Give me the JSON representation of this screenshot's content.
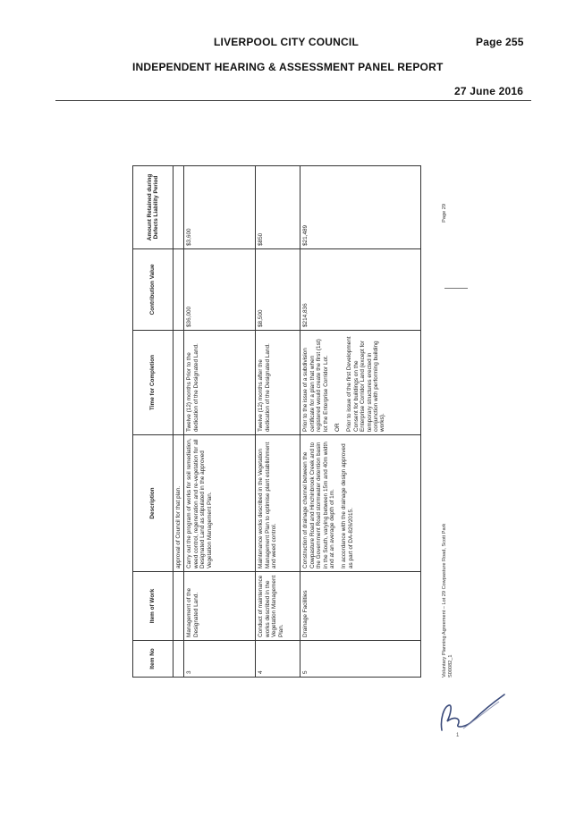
{
  "header": {
    "council": "LIVERPOOL CITY COUNCIL",
    "page": "Page 255",
    "report": "INDEPENDENT HEARING & ASSESSMENT PANEL REPORT",
    "date": "27 June 2016"
  },
  "table": {
    "columns": [
      "Item No",
      "Item of Work",
      "Description",
      "Time for Completion",
      "Contribution Value",
      "Amount Retained during Defects Liability Period"
    ],
    "continued_row": "approval of Council for that plan.",
    "rows": [
      {
        "no": "3",
        "item": "Management of the Designated Land.",
        "description": "Carry out the program of works for soil remediation, weed control, regeneration and re-vegetation for all Designated Land as stipulated in the approved Vegetation Management Plan.",
        "time": "Twelve (12) months Prior to the dedication of the Designated Land.",
        "value": "$36,000",
        "amount": "$3,600"
      },
      {
        "no": "4",
        "item": "Conduct of maintenance works described in the Vegetation Management Plan.",
        "description": "Maintenance works described in the Vegetation Management Plan to optimise plant establishment and weed control.",
        "time": "Twelve (12) months after the dedication of the Designated Land.",
        "value": "$8,500",
        "amount": "$850"
      },
      {
        "no": "5",
        "item": "Drainage Facilities",
        "description": "Construction of drainage channel between the Cowpasture Road and Hinchinbrook Creek and to the Government Road stormwater detention basin in the South, varying between 15m and 40m width and at an average depth of 1m.",
        "description2": "In accordance with the drainage design approved as part of DA-826/2015.",
        "time": "Prior to the issue of a subdivision certificate for a plan that when registered would create the first (1st) lot the Enterprise Corridor Lot.",
        "time_or": "OR",
        "time2": "Prior to issue of the first Development Consent for buildings on the Enterprise Corridor Land (except for temporary structures erected in conjunction with performing building works).",
        "value": "$214,836",
        "amount": "$21,489"
      }
    ]
  },
  "footer": {
    "left": "Voluntary Planning Agreement – Lot 29 Cowpasture Road, Scott Park",
    "ref": "S00082_1",
    "page": "Page 29"
  },
  "signature_mark": "1"
}
